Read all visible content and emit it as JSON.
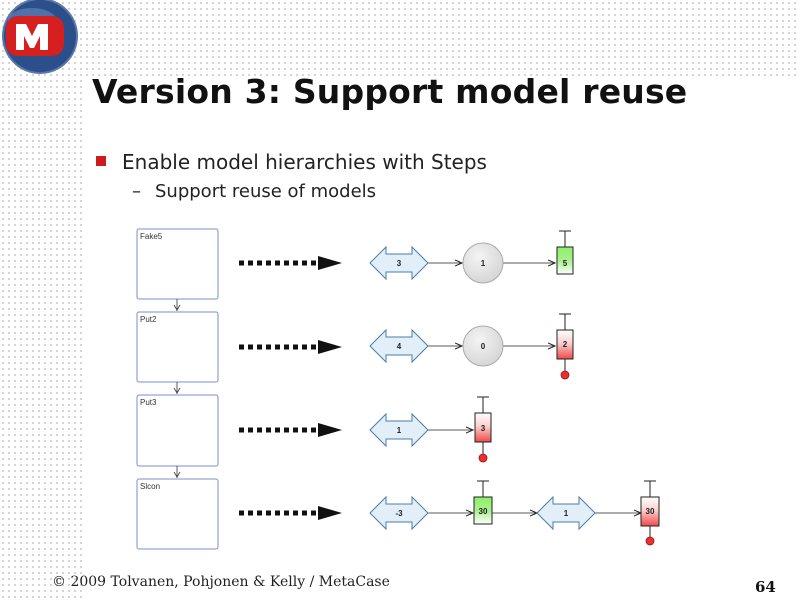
{
  "slide": {
    "title": "Version 3: Support model reuse",
    "bullets": [
      {
        "text": "Enable model hierarchies with Steps",
        "level": 1
      },
      {
        "text": "Support reuse of models",
        "level": 2
      }
    ],
    "footer": "© 2009 Tolvanen, Pohjonen & Kelly / MetaCase",
    "page_number": "64"
  },
  "colors": {
    "bullet": "#cc1c1c",
    "arrow_fill": "#e2eef8",
    "arrow_stroke": "#4a7ea5",
    "circle_fill": "#e4e4e4",
    "green_box": "#8ef06a",
    "red_box": "#f04848",
    "logo_red": "#d62020",
    "logo_blue": "#1c4f9c"
  },
  "diagram": {
    "steps": [
      {
        "label": "Fake5",
        "rows": [
          {
            "kind": "arrow",
            "value": "3"
          },
          {
            "kind": "circle",
            "value": "1"
          },
          {
            "kind": "box",
            "value": "5",
            "status": "green"
          }
        ]
      },
      {
        "label": "Put2",
        "rows": [
          {
            "kind": "arrow",
            "value": "4"
          },
          {
            "kind": "circle",
            "value": "0"
          },
          {
            "kind": "box",
            "value": "2",
            "status": "red"
          }
        ]
      },
      {
        "label": "Put3",
        "rows": [
          {
            "kind": "arrow",
            "value": "1"
          },
          {
            "kind": "box",
            "value": "3",
            "status": "red"
          }
        ]
      },
      {
        "label": "Slcon",
        "rows": [
          {
            "kind": "arrow",
            "value": "-3"
          },
          {
            "kind": "box",
            "value": "30",
            "status": "green"
          },
          {
            "kind": "arrow",
            "value": "1"
          },
          {
            "kind": "box",
            "value": "30",
            "status": "red"
          }
        ]
      }
    ]
  }
}
